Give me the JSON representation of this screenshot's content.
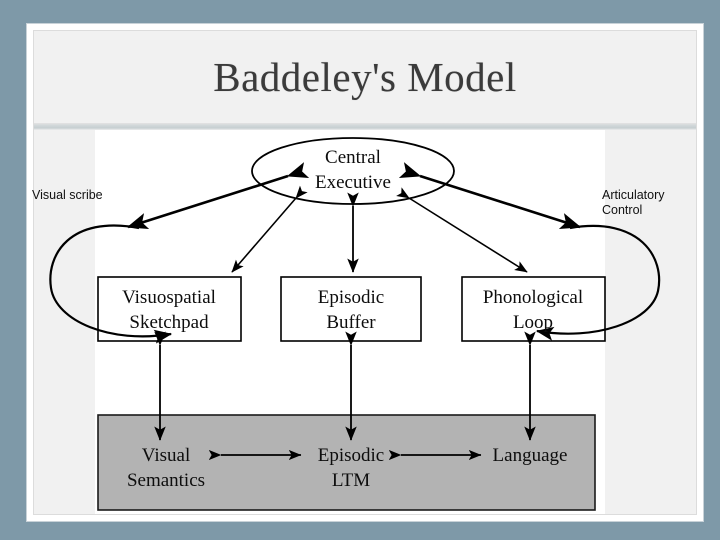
{
  "slide": {
    "title": "Baddeley's Model",
    "background_color": "#7e99a8",
    "frame_color": "#ffffff",
    "content_bg": "#f1f1f1",
    "diagram_bg": "#ffffff",
    "ltm_band_color": "#b3b3b3"
  },
  "annotations": {
    "left": "Visual scribe",
    "right": "Articulatory\nControl"
  },
  "diagram": {
    "title": "Baddeley's Model",
    "central": {
      "label_line1": "Central",
      "label_line2": "Executive"
    },
    "subsystems": [
      {
        "label_line1": "Visuospatial",
        "label_line2": "Sketchpad"
      },
      {
        "label_line1": "Episodic",
        "label_line2": "Buffer"
      },
      {
        "label_line1": "Phonological",
        "label_line2": "Loop"
      }
    ],
    "ltm_band": [
      {
        "label_line1": "Visual",
        "label_line2": "Semantics"
      },
      {
        "label_line1": "Episodic",
        "label_line2": "LTM"
      },
      {
        "label_line1": "Language",
        "label_line2": ""
      }
    ],
    "connections": [
      {
        "from": "Central Executive",
        "to": "Visuospatial Sketchpad",
        "type": "double-arrow"
      },
      {
        "from": "Central Executive",
        "to": "Episodic Buffer",
        "type": "double-arrow"
      },
      {
        "from": "Central Executive",
        "to": "Phonological Loop",
        "type": "double-arrow"
      },
      {
        "from": "Central Executive",
        "to": "Visual scribe",
        "type": "double-arrow"
      },
      {
        "from": "Central Executive",
        "to": "Articulatory Control",
        "type": "double-arrow"
      },
      {
        "from": "Visuospatial Sketchpad",
        "to": "Visual Semantics",
        "type": "double-arrow"
      },
      {
        "from": "Episodic Buffer",
        "to": "Episodic LTM",
        "type": "double-arrow"
      },
      {
        "from": "Phonological Loop",
        "to": "Language",
        "type": "double-arrow"
      },
      {
        "from": "Visual Semantics",
        "to": "Episodic LTM",
        "type": "double-arrow"
      },
      {
        "from": "Episodic LTM",
        "to": "Language",
        "type": "double-arrow"
      },
      {
        "from": "Visual scribe loop",
        "to": "Visuospatial Sketchpad",
        "type": "curved-arrow"
      },
      {
        "from": "Articulatory Control loop",
        "to": "Phonological Loop",
        "type": "curved-arrow"
      }
    ]
  }
}
